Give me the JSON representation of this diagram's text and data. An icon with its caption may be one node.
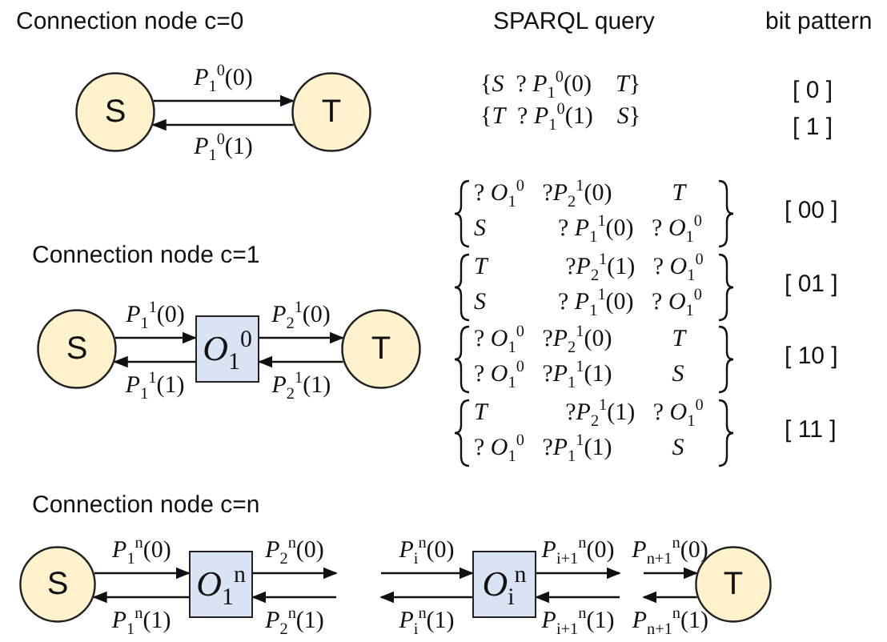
{
  "diagram": {
    "nodes": [
      {
        "text": [
          "S"
        ]
      },
      {
        "text": [
          "T"
        ]
      },
      {
        "text": [
          "S"
        ]
      },
      {
        "text": [
          "*O*$_{1}$$^{0}$"
        ]
      },
      {
        "text": [
          "T"
        ]
      },
      {
        "text": [
          "S"
        ]
      },
      {
        "text": [
          "*O*$_{1}$$^{n}$"
        ]
      },
      {
        "text": [
          "*O*$_{i}$$^{n}$"
        ]
      },
      {
        "text": [
          "T"
        ]
      }
    ],
    "edges": [
      {
        "from": 0,
        "to": 1,
        "arrow": "to",
        "label": "*P*$_{1}$$^{0}$(0)"
      },
      {
        "from": 1,
        "to": 0,
        "arrow": "to",
        "label": "*P*$_{1}$$^{0}$(1)"
      },
      {
        "from": 2,
        "to": 3,
        "arrow": "to",
        "label": "*P*$_{1}$$^{1}$(0)"
      },
      {
        "from": 3,
        "to": 2,
        "arrow": "to",
        "label": "*P*$_{1}$$^{1}$(1)"
      },
      {
        "from": 3,
        "to": 4,
        "arrow": "to",
        "label": "*P*$_{2}$$^{1}$(0)"
      },
      {
        "from": 4,
        "to": 3,
        "arrow": "to",
        "label": "*P*$_{2}$$^{1}$(1)"
      },
      {
        "from": 5,
        "to": 6,
        "arrow": "to",
        "label": "*P*$_{1}$$^{n}$(0)"
      },
      {
        "from": 6,
        "to": 5,
        "arrow": "to",
        "label": "*P*$_{1}$$^{n}$(1)"
      },
      {
        "from": 6,
        "to": null,
        "arrow": "to",
        "label": "*P*$_{2}$$^{n}$(0)"
      },
      {
        "from": null,
        "to": 6,
        "arrow": "to",
        "label": "*P*$_{2}$$^{n}$(1)"
      },
      {
        "from": null,
        "to": 7,
        "arrow": "to",
        "label": "*P*$_{i}$$^{n}$(0)"
      },
      {
        "from": 7,
        "to": null,
        "arrow": "to",
        "label": "*P*$_{i}$$^{n}$(1)"
      },
      {
        "from": 7,
        "to": null,
        "arrow": "to",
        "label": "*P*$_{i+1}$$^{n}$(0)"
      },
      {
        "from": null,
        "to": 7,
        "arrow": "to",
        "label": "*P*$_{i+1}$$^{n}$(1)"
      },
      {
        "from": null,
        "to": 8,
        "arrow": "to",
        "label": "*P*$_{n+1}$$^{n}$(0)"
      },
      {
        "from": 8,
        "to": null,
        "arrow": "to",
        "label": "*P*$_{n+1}$$^{n}$(1)"
      }
    ],
    "labels": [
      "Connection node c=0",
      "SPARQL query",
      "bit pattern",
      "{*S*  ? *P*$_{1}$$^{0}$(0)    *T*}",
      "[ 0 ]",
      "{*T*  ? *P*$_{1}$$^{0}$(1)    *S*}",
      "[ 1 ]",
      "? *O*$_{1}$$^{0}$   ?*P*$_{2}$$^{1}$(0)          *T*",
      "*S*            ? *P*$_{1}$$^{1}$(0)   ? *O*$_{1}$$^{0}$",
      "[ 00 ]",
      "Connection node c=1",
      "*T*             ?*P*$_{2}$$^{1}$(1)   ? *O*$_{1}$$^{0}$",
      "*S*            ? *P*$_{1}$$^{1}$(0)   ? *O*$_{1}$$^{0}$",
      "[ 01 ]",
      "? *O*$_{1}$$^{0}$   ?*P*$_{2}$$^{1}$(0)          *T*",
      "? *O*$_{1}$$^{0}$   ?*P*$_{1}$$^{1}$(1)          *S*",
      "[ 10 ]",
      "*T*             ?*P*$_{2}$$^{1}$(1)   ? *O*$_{1}$$^{0}$",
      "? *O*$_{1}$$^{0}$   ?*P*$_{1}$$^{1}$(1)          *S*",
      "[ 11 ]",
      "Connection node c=n"
    ]
  }
}
